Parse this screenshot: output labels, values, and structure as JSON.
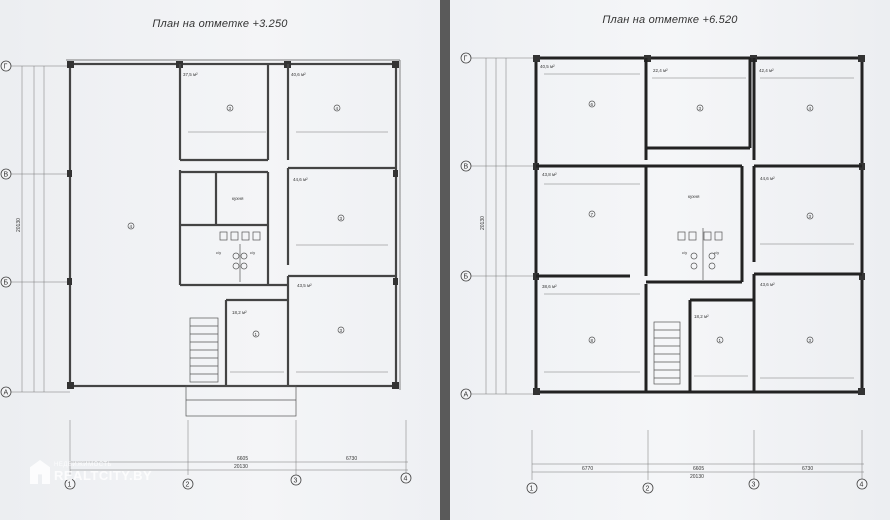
{
  "left_plan": {
    "title": "План на отметке +3.250",
    "axis_rows": [
      "Г",
      "В",
      "Б",
      "А"
    ],
    "axis_cols": [
      "1",
      "2",
      "3",
      "4"
    ],
    "rooms": [
      {
        "num": "4",
        "area": ""
      },
      {
        "num": "3",
        "area": "37,5 м²"
      },
      {
        "num": "4",
        "area": "40,6 м²"
      },
      {
        "num": "3",
        "area": "44,6 м²"
      },
      {
        "num": "3",
        "area": "43,5 м²"
      },
      {
        "num": "1",
        "area": "18,2 м²"
      }
    ],
    "labels": {
      "kitchen": "кухня",
      "wc_a": "с/у",
      "wc_b": "с/у"
    },
    "dims": {
      "left_total": "20130",
      "bottom_a": "6605",
      "bottom_total": "20130",
      "bottom_b": "6730"
    }
  },
  "right_plan": {
    "title": "План на отметке +6.520",
    "axis_rows": [
      "Г",
      "В",
      "Б",
      "А"
    ],
    "axis_cols": [
      "1",
      "2",
      "3",
      "4"
    ],
    "rooms": [
      {
        "num": "6",
        "area": "40,5 м²"
      },
      {
        "num": "3",
        "area": "22,4 м²"
      },
      {
        "num": "4",
        "area": "42,4 м²"
      },
      {
        "num": "7",
        "area": "43,8 м²"
      },
      {
        "num": "3",
        "area": "44,6 м²"
      },
      {
        "num": "8",
        "area": "38,6 м²"
      },
      {
        "num": "1",
        "area": "18,2 м²"
      },
      {
        "num": "3",
        "area": "43,6 м²"
      }
    ],
    "labels": {
      "kitchen": "кухня",
      "wc_a": "с/у",
      "wc_b": "с/у"
    },
    "dims": {
      "left_total": "20130",
      "bottom_a": "6770",
      "bottom_mid": "6605",
      "bottom_total": "20130",
      "bottom_b": "6730"
    }
  },
  "watermark": {
    "small": "НЕДВИЖИМОСТЬ",
    "big": "REALTCITY.BY"
  }
}
